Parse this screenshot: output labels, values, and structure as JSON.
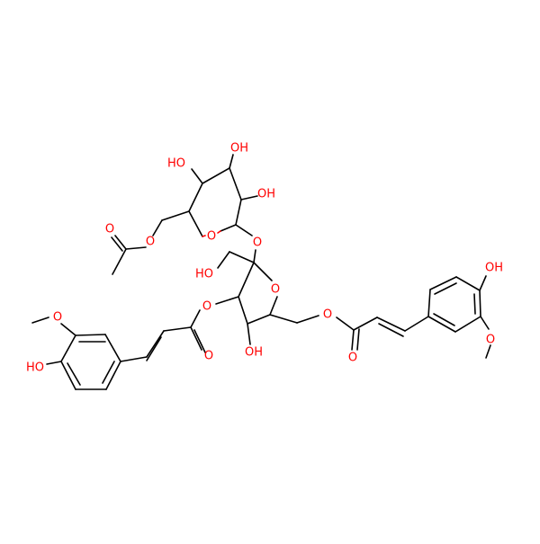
{
  "diagram": {
    "labels": {
      "oh_glc_4": "HO",
      "oh_glc_3": "OH",
      "oh_glc_2": "OH",
      "o_glc_ring": "O",
      "o_glycosidic": "O",
      "o_acetyl_ester": "O",
      "o_acetyl_carbonyl": "O",
      "ho_hydroxymethyl": "HO",
      "o_fru_ring": "O",
      "o_ester_left": "O",
      "o_carbonyl_left": "O",
      "oh_fru_4": "OH",
      "o_ester_right": "O",
      "o_carbonyl_right": "O",
      "o_methoxy_left": "O",
      "ho_phenol_left": "HO",
      "oh_phenol_right": "OH",
      "o_methoxy_right": "O"
    },
    "colors": {
      "bond": "#000000",
      "oxygen": "#ff0000"
    }
  }
}
